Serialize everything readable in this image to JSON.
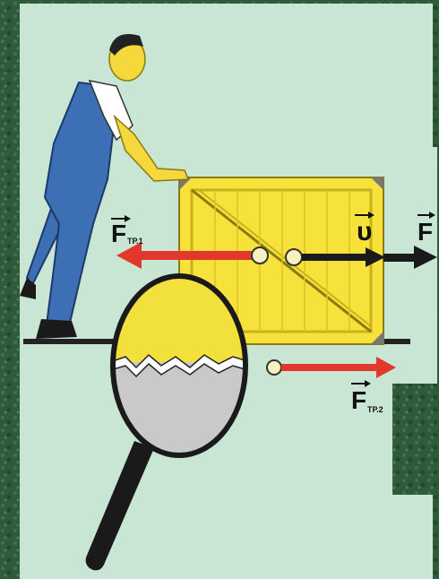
{
  "labels": {
    "friction_1": {
      "main": "F",
      "sub": "ТР.1"
    },
    "velocity": {
      "main": "υ"
    },
    "force": {
      "main": "F"
    },
    "friction_2": {
      "main": "F",
      "sub": "ТР.2"
    }
  },
  "colors": {
    "background_border": "#2f5b3b",
    "panel": "#c9e6d4",
    "crate": "#f6e23a",
    "crate_dark": "#c9b21a",
    "worker_overalls": "#3d6fb4",
    "worker_shirt": "#ffffff",
    "skin": "#f4d83c",
    "friction_arrow": "#e2372b",
    "black_arrow": "#1a1a1a",
    "magnifier_top": "#f2e03c",
    "magnifier_bottom": "#c9c9c9"
  },
  "icons": [
    "worker",
    "crate",
    "magnifying-glass",
    "arrow-right",
    "arrow-left"
  ]
}
